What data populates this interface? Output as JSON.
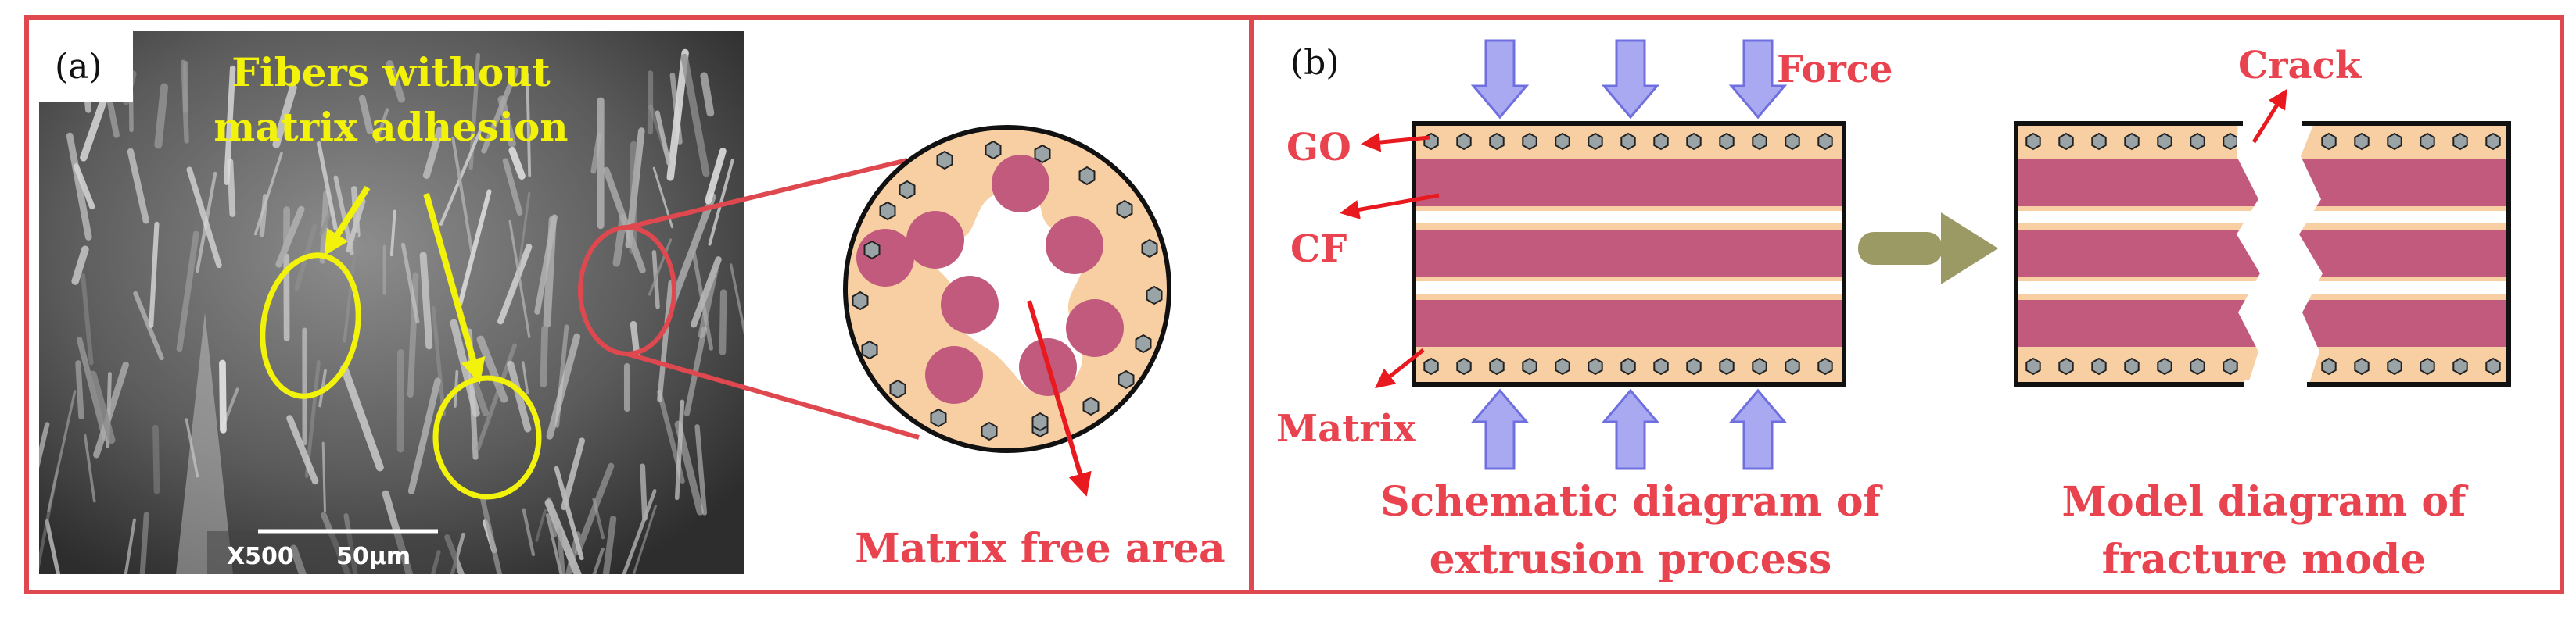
{
  "colors": {
    "frame": "#e0484f",
    "label_red": "#e8434e",
    "label_yellow": "#f2f20a",
    "matrix_fill": "#f8cfa3",
    "fiber_fill": "#c25a7d",
    "go_fill": "#9aa3a6",
    "arrow_fill": "#a9a9f2",
    "arrow_stroke": "#6f6fe0",
    "process_arrow": "#9b9a64"
  },
  "panel_a": {
    "label": "(a)",
    "annotation_line1": "Fibers without",
    "annotation_line2": "matrix adhesion",
    "scale_magnification": "X500",
    "scale_length": "50µm",
    "free_area_label": "Matrix free area",
    "sem_image_icon": "sem-micrograph-fibers"
  },
  "panel_b": {
    "label": "(b)",
    "force_label": "Force",
    "go_label": "GO",
    "cf_label": "CF",
    "matrix_label": "Matrix",
    "crack_label": "Crack",
    "caption_left_line1": "Schematic diagram of",
    "caption_left_line2": "extrusion process",
    "caption_right_line1": "Model diagram of",
    "caption_right_line2": "fracture mode"
  }
}
